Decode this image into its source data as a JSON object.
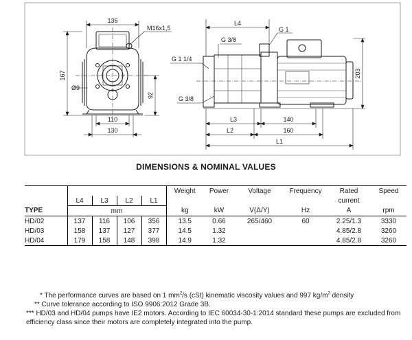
{
  "drawing": {
    "labels": {
      "dim_136": "136",
      "thread_m16": "M16x1,5",
      "dim_167": "167",
      "dim_dia9": "Ø9",
      "dim_92": "92",
      "dim_110": "110",
      "dim_130": "130",
      "L4": "L4",
      "g38_top": "G 3/8",
      "g1_top": "G 1",
      "g1_14": "G 1 1/4",
      "g38_bottom": "G 3/8",
      "dim_203": "203",
      "L3": "L3",
      "dim_140": "140",
      "L2": "L2",
      "dim_160": "160",
      "L1": "L1"
    }
  },
  "section_title": "DIMENSIONS & NOMINAL VALUES",
  "table": {
    "col_labels": {
      "weight": "Weight",
      "power": "Power",
      "voltage": "Voltage",
      "frequency": "Frequency",
      "rated": "Rated",
      "current": "current",
      "speed": "Speed",
      "L4": "L4",
      "L3": "L3",
      "L2": "L2",
      "L1": "L1"
    },
    "units": {
      "type": "TYPE",
      "mm": "mm",
      "kg": "kg",
      "kW": "kW",
      "volt": "V(Δ/Y)",
      "Hz": "Hz",
      "A": "A",
      "rpm": "rpm"
    },
    "rows": [
      {
        "type": "HD/02",
        "L4": "137",
        "L3": "116",
        "L2": "106",
        "L1": "356",
        "weight": "13.5",
        "power": "0.66",
        "voltage": "265/460",
        "freq": "60",
        "current": "2.25/1.3",
        "speed": "3330"
      },
      {
        "type": "HD/03",
        "L4": "158",
        "L3": "137",
        "L2": "127",
        "L1": "377",
        "weight": "14.5",
        "power": "1.32",
        "voltage": "",
        "freq": "",
        "current": "4.85/2.8",
        "speed": "3260"
      },
      {
        "type": "HD/04",
        "L4": "179",
        "L3": "158",
        "L2": "148",
        "L1": "398",
        "weight": "14.9",
        "power": "1.32",
        "voltage": "",
        "freq": "",
        "current": "4.85/2.8",
        "speed": "3260"
      }
    ]
  },
  "notes": {
    "n1_a": "* The performance curves are based on 1 mm",
    "n1_sup1": "2",
    "n1_b": "/s (cSt) kinematic viscosity values and 997 kg/m",
    "n1_sup2": "3",
    "n1_c": " density",
    "n2": "** Curve tolerance according to ISO 9906:2012 Grade 3B.",
    "n3": "*** HD/03 and HD/04 pumps have IE2 motors. According to IEC 60034-30-1:2014 standard these pumps are excluded from efficiency class since their motors are completely integrated into the pump."
  }
}
